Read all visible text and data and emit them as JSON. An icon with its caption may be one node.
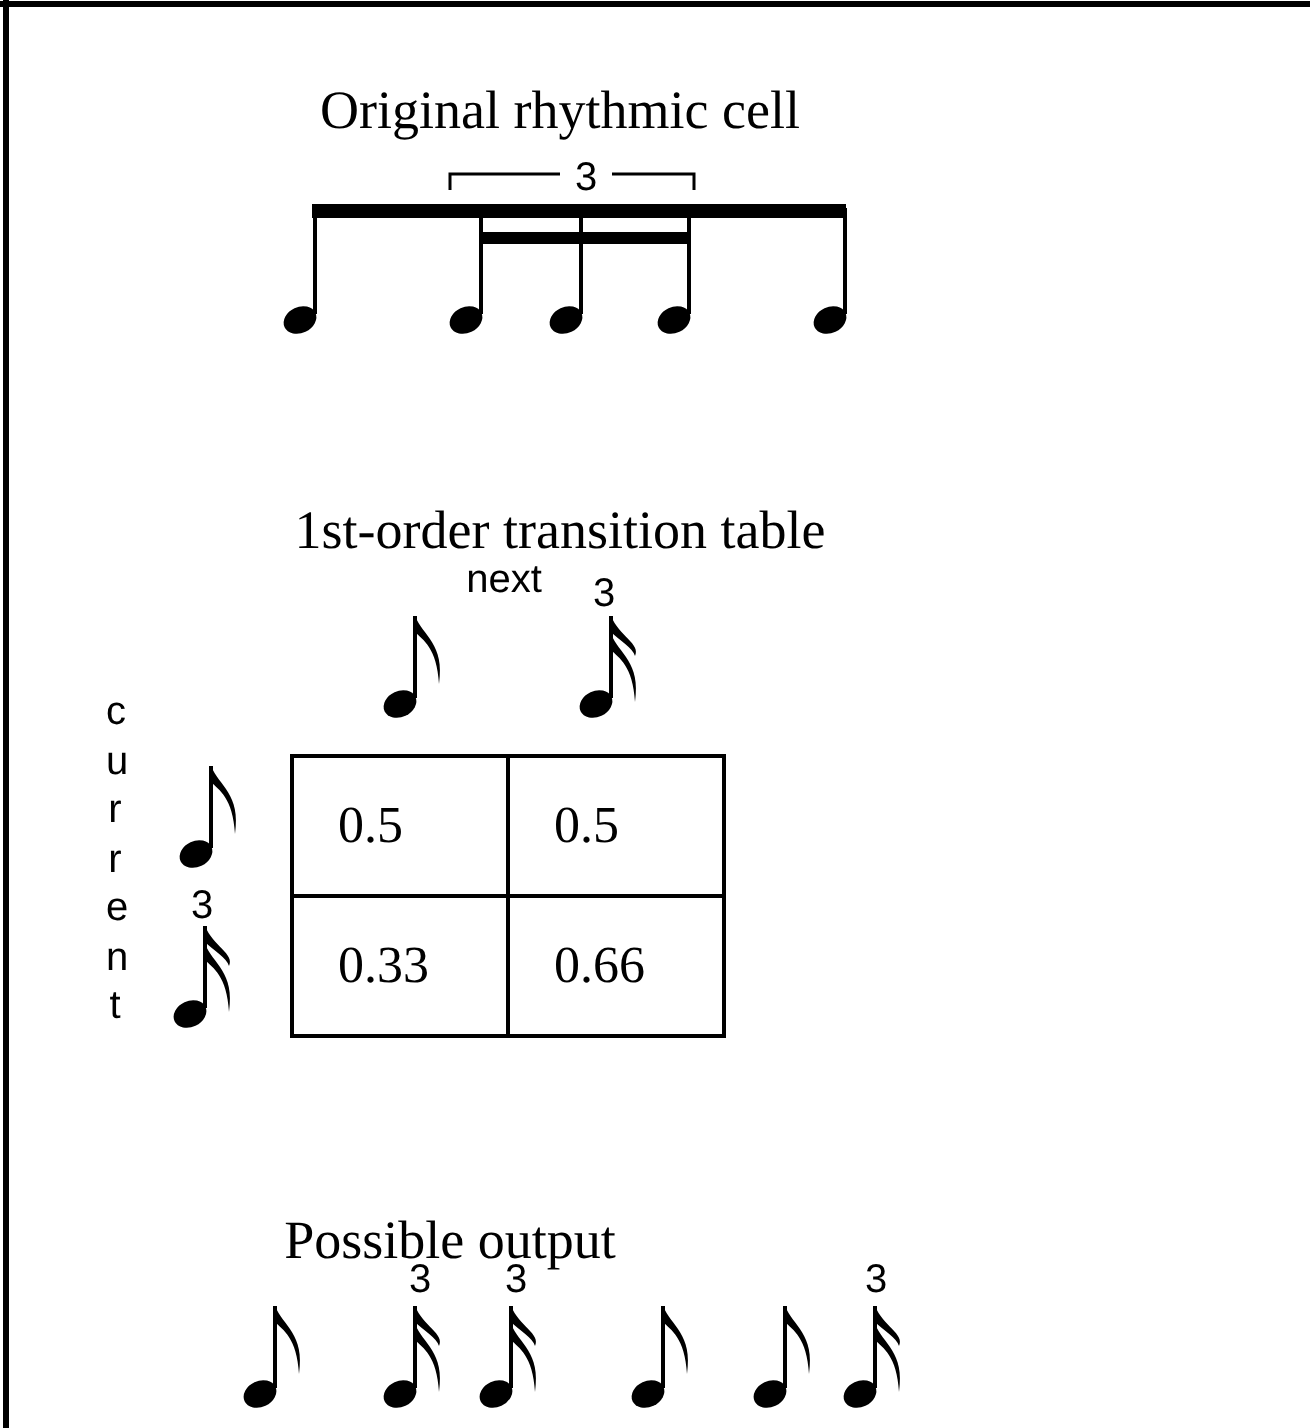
{
  "diagram": {
    "labels": [
      "Original rhythmic cell",
      "3",
      "1st-order transition table",
      "next",
      "3",
      "current",
      "0.5",
      "0.5",
      "3",
      "0.33",
      "0.66",
      "Possible output",
      "3",
      "3",
      "3"
    ]
  }
}
